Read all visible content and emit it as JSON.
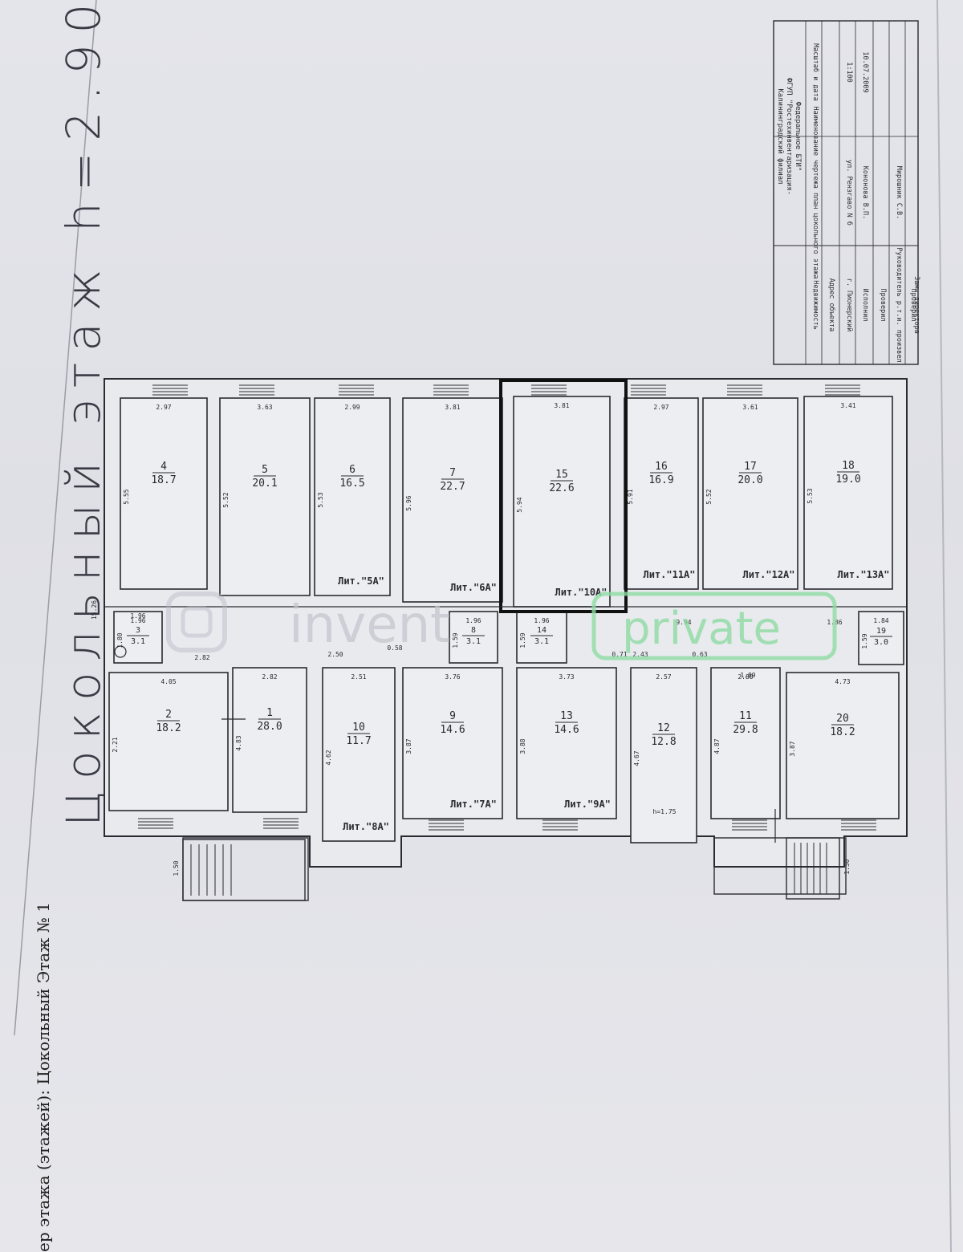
{
  "title": "Цокольный этаж h=2.90",
  "corner_caption": "ер этажа (этажей): Цокольный Этаж № 1",
  "watermark": {
    "brand": "invent",
    "tag": "private"
  },
  "stamp": {
    "org_lines": [
      "Калининградский филиал",
      "ФГУП \"Ростехинвентаризация-",
      "Федеральное БТИ\""
    ],
    "rows": [
      {
        "label": "Недвижимость",
        "value": "Наименование чертежа план цокольного этажа",
        "extra": "Масштаб и дата"
      },
      {
        "label": "Адрес объекта",
        "value": "",
        "extra": ""
      },
      {
        "label": "г. Пионерский",
        "value": "ул. Рензгаво N 6",
        "extra": "1:100"
      },
      {
        "label": "Исполнил",
        "value": "Кононова В.П.",
        "extra": "10.07.2009"
      },
      {
        "label": "Проверил",
        "value": "",
        "extra": ""
      },
      {
        "label": "Руководитель р.т.и. произвел",
        "value": "Мирошник С.В.",
        "extra": ""
      },
      {
        "label": "Проверил",
        "value": "",
        "extra": ""
      },
      {
        "label": "Зам. директора",
        "value": "",
        "extra": ""
      }
    ]
  },
  "rooms": [
    {
      "id": "4",
      "num": "4",
      "area": "18.7",
      "dims": [
        "2.97",
        "5.55"
      ],
      "lit": ""
    },
    {
      "id": "5",
      "num": "5",
      "area": "20.1",
      "dims": [
        "3.63",
        "5.52"
      ],
      "lit": ""
    },
    {
      "id": "6",
      "num": "6",
      "area": "16.5",
      "dims": [
        "2.99",
        "5.53"
      ],
      "lit": "Лит.\"5А\""
    },
    {
      "id": "7",
      "num": "7",
      "area": "22.7",
      "dims": [
        "3.81",
        "5.96"
      ],
      "lit": "Лит.\"6А\""
    },
    {
      "id": "15",
      "num": "15",
      "area": "22.6",
      "dims": [
        "3.81",
        "5.94"
      ],
      "lit": "Лит.\"10А\""
    },
    {
      "id": "16",
      "num": "16",
      "area": "16.9",
      "dims": [
        "2.97",
        "5.91"
      ],
      "lit": "Лит.\"11А\""
    },
    {
      "id": "17",
      "num": "17",
      "area": "20.0",
      "dims": [
        "3.61",
        "5.52"
      ],
      "lit": "Лит.\"12А\""
    },
    {
      "id": "18",
      "num": "18",
      "area": "19.0",
      "dims": [
        "3.41",
        "5.53"
      ],
      "lit": "Лит.\"13А\""
    },
    {
      "id": "3",
      "num": "3",
      "area": "3.1",
      "dims": [
        "1.96",
        "1.80"
      ],
      "lit": ""
    },
    {
      "id": "8",
      "num": "8",
      "area": "3.1",
      "dims": [
        "1.96",
        "1.59"
      ],
      "lit": ""
    },
    {
      "id": "14",
      "num": "14",
      "area": "3.1",
      "dims": [
        "1.96",
        "1.59"
      ],
      "lit": ""
    },
    {
      "id": "19",
      "num": "19",
      "area": "3.0",
      "dims": [
        "1.84",
        "1.59"
      ],
      "lit": ""
    },
    {
      "id": "2",
      "num": "2",
      "area": "18.2",
      "dims": [
        "4.05",
        "2.21"
      ],
      "lit": ""
    },
    {
      "id": "1",
      "num": "1",
      "area": "28.0",
      "dims": [
        "2.82",
        "4.83"
      ],
      "lit": ""
    },
    {
      "id": "10",
      "num": "10",
      "area": "11.7",
      "dims": [
        "2.51",
        "4.62"
      ],
      "lit": "Лит.\"8А\""
    },
    {
      "id": "9",
      "num": "9",
      "area": "14.6",
      "dims": [
        "3.76",
        "3.87"
      ],
      "lit": "Лит.\"7А\""
    },
    {
      "id": "13",
      "num": "13",
      "area": "14.6",
      "dims": [
        "3.73",
        "3.88"
      ],
      "lit": "Лит.\"9А\""
    },
    {
      "id": "12",
      "num": "12",
      "area": "12.8",
      "dims": [
        "2.57",
        "4.67"
      ],
      "lit": ""
    },
    {
      "id": "11",
      "num": "11",
      "area": "29.8",
      "dims": [
        "2.80",
        "4.87"
      ],
      "lit": ""
    },
    {
      "id": "20",
      "num": "20",
      "area": "18.2",
      "dims": [
        "4.73",
        "3.87"
      ],
      "lit": ""
    }
  ],
  "extra_dims": [
    "15.26",
    "9.94",
    "1.96",
    "2.82",
    "2.50",
    "0.58",
    "0.71",
    "2.43",
    "0.63",
    "1.86",
    "h=1.75",
    "1.50",
    "1.50",
    "1.89"
  ],
  "colors": {
    "ink": "#2a2a30",
    "highlight": "#111111",
    "watermark": "#8fdca4",
    "paper": "#e4e5ea"
  }
}
